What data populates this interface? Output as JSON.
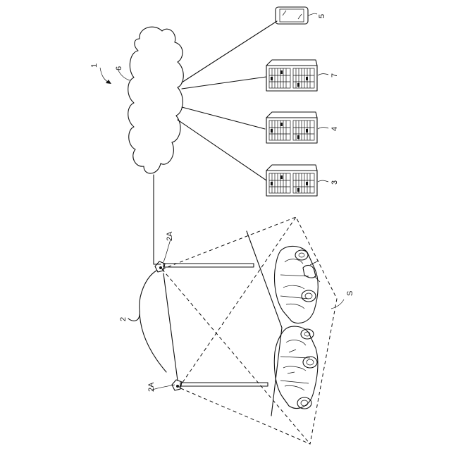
{
  "labels": {
    "system": "1",
    "cameras": "2",
    "camera_a": "2A",
    "camera_b": "2A",
    "server_3": "3",
    "server_4": "4",
    "device_5": "5",
    "network_6": "6",
    "server_7": "7",
    "zone": "S"
  }
}
